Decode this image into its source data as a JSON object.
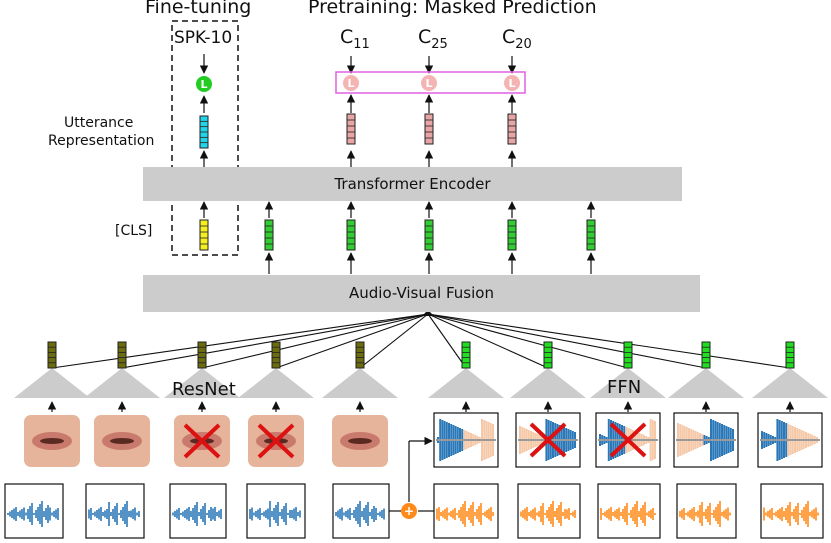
{
  "headings": {
    "finetune": "Fine-tuning",
    "pretrain": "Pretraining: Masked Prediction"
  },
  "labels": {
    "spk": "SPK-10",
    "utterance_line1": "Utterance",
    "utterance_line2": "Representation",
    "cls": "[CLS]",
    "resnet": "ResNet",
    "ffn": "FFN",
    "loss_symbol": "L",
    "sum_symbol": "+"
  },
  "targets": [
    {
      "base": "C",
      "sub": "11"
    },
    {
      "base": "C",
      "sub": "25"
    },
    {
      "base": "C",
      "sub": "20"
    }
  ],
  "blocks": {
    "transformer": "Transformer Encoder",
    "fusion": "Audio-Visual Fusion"
  },
  "colors": {
    "block_gray": "#cccccc",
    "visual_feature": "#6b6b10",
    "audio_feature": "#22dd22",
    "fused_feature": "#33cc33",
    "cls_token": "#f5ee20",
    "utterance_vector": "#22d4e8",
    "predicted_vector": "#e8a5a5",
    "finetune_loss": "#22cc22",
    "pretrain_loss": "#f4b4b4",
    "mask_box": "#e060e0",
    "mask_cross": "#dd1111",
    "audio_blue": "#2b78b8",
    "audio_orange": "#ff8a1a",
    "spectrogram_peach": "#f5c9a8",
    "lips": "#c97a6c",
    "skin": "#e6b49a"
  },
  "icons": [
    "loss-icon",
    "add-icon",
    "mask-cross-icon",
    "lip-frame-icon",
    "waveform-icon",
    "spectrogram-icon"
  ]
}
